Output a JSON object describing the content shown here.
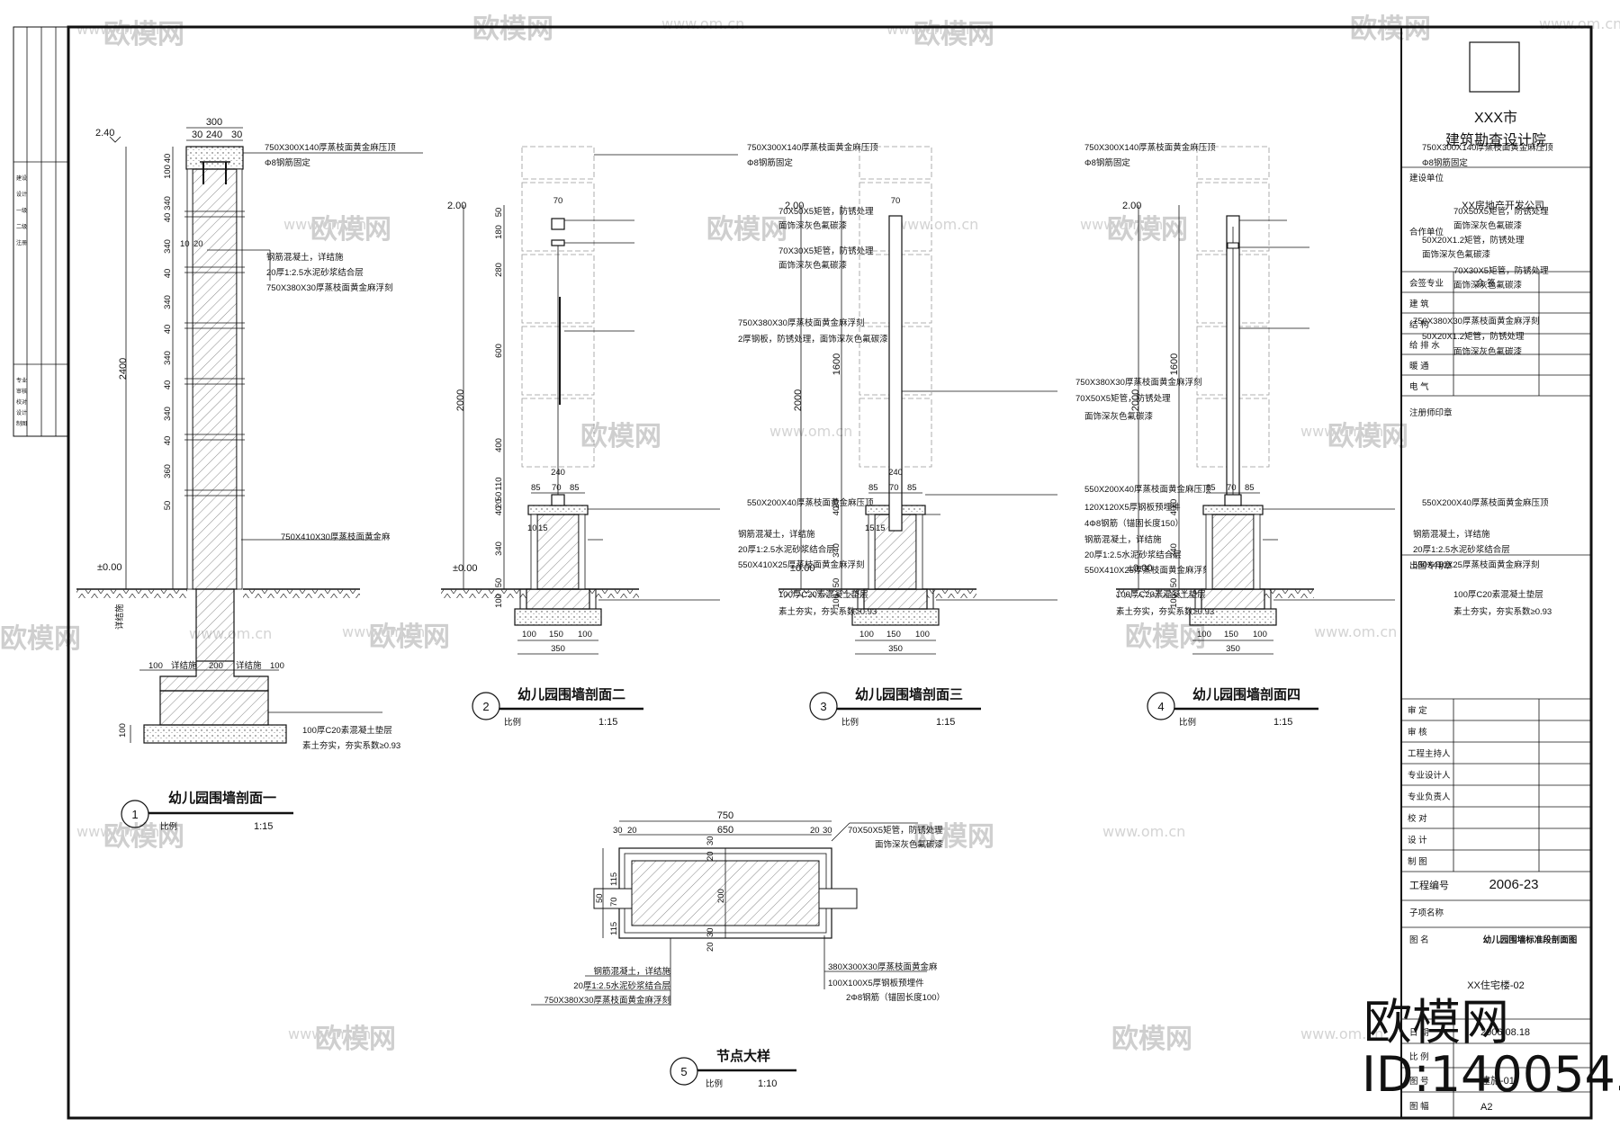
{
  "title_block": {
    "city": "XXX市",
    "institute": "建筑勘查设计院",
    "client_label": "建设单位",
    "client_value": "XX房地产开发公司",
    "coop_label": "合作单位",
    "disciplines": [
      {
        "label": "会签专业",
        "value": "会 签"
      },
      {
        "label": "建  筑",
        "value": ""
      },
      {
        "label": "结  构",
        "value": ""
      },
      {
        "label": "给 排 水",
        "value": ""
      },
      {
        "label": "暖  通",
        "value": ""
      },
      {
        "label": "电  气",
        "value": ""
      }
    ],
    "reg_stamp": "注册师印章",
    "dedicated_stamp": "出图专用章",
    "approvals": [
      "审  定",
      "审  核",
      "工程主持人",
      "专业设计人",
      "专业负责人",
      "校  对",
      "设  计",
      "制  图"
    ],
    "project_no_label": "工程编号",
    "project_no": "2006-23",
    "subproject_label": "子项名称",
    "drawing_name_label": "图  名",
    "drawing_name": "幼儿园围墙标准段剖面图",
    "building": "XX住宅楼-02",
    "date_label": "日  期",
    "date": "2006.08.18",
    "scale_label": "比  例",
    "drawing_no_label": "图  号",
    "sheet_label": "图  幅",
    "sheet": "A2",
    "drawing_no": "建施-01"
  },
  "sections": [
    {
      "num": "1",
      "title": "幼儿园围墙剖面一",
      "scale_label": "比例",
      "scale": "1:15"
    },
    {
      "num": "2",
      "title": "幼儿园围墙剖面二",
      "scale_label": "比例",
      "scale": "1:15"
    },
    {
      "num": "3",
      "title": "幼儿园围墙剖面三",
      "scale_label": "比例",
      "scale": "1:15"
    },
    {
      "num": "4",
      "title": "幼儿园围墙剖面四",
      "scale_label": "比例",
      "scale": "1:15"
    },
    {
      "num": "5",
      "title": "节点大样",
      "scale_label": "比例",
      "scale": "1:10"
    }
  ],
  "s1": {
    "notes": [
      "750X300X140厚蒸枝面黄金麻压顶",
      "Φ8钢筋固定",
      "钢筋混凝土，详结施",
      "20厚1:2.5水泥砂浆结合层",
      "750X380X30厚蒸枝面黄金麻浮刻",
      "750X410X30厚蒸枝面黄金麻",
      "100厚C20素混凝土垫层",
      "素土夯实，夯实系数≥0.93",
      "详结施"
    ],
    "dims_top": [
      "300",
      "30",
      "240",
      "30"
    ],
    "elev_top": "2.40",
    "elev_ground": "±0.00",
    "height": "2400",
    "vdims": [
      "40",
      "100",
      "340",
      "40",
      "340",
      "40",
      "340",
      "40",
      "340",
      "40",
      "340",
      "40",
      "360",
      "50"
    ],
    "base_dims": [
      "100",
      "详结施",
      "200",
      "详结施",
      "100"
    ],
    "cover": "10",
    "cover2": "20",
    "foot_dim": "100"
  },
  "s2": {
    "notes": [
      "750X300X140厚蒸枝面黄金麻压顶",
      "Φ8钢筋固定",
      "70X50X5矩管，防锈处理",
      "面饰深灰色氟碳漆",
      "70X30X5矩管，防锈处理",
      "面饰深灰色氟碳漆",
      "750X380X30厚蒸枝面黄金麻浮刻",
      "2厚钢板，防锈处理，面饰深灰色氟碳漆",
      "550X200X40厚蒸枝面黄金麻压顶",
      "钢筋混凝土，详结施",
      "20厚1:2.5水泥砂浆结合层",
      "550X410X25厚蒸枝面黄金麻浮刻",
      "100厚C20素混凝土垫层",
      "素土夯实，夯实系数≥0.93"
    ],
    "elev_top": "2.00",
    "elev_ground": "±0.00",
    "height": "2000",
    "vdims": [
      "50",
      "180",
      "280",
      "600",
      "400",
      "110",
      "50",
      "20",
      "40",
      "340",
      "50",
      "100"
    ],
    "tube_w": "70",
    "dims_mid": [
      "240",
      "85",
      "70",
      "85"
    ],
    "base": [
      "100",
      "150",
      "100"
    ],
    "base_total": "350",
    "cover": "10",
    "cover2": "15"
  },
  "s3": {
    "notes": [
      "750X300X140厚蒸枝面黄金麻压顶",
      "Φ8钢筋固定",
      "750X380X30厚蒸枝面黄金麻浮刻",
      "70X50X5矩管，防锈处理",
      "面饰深灰色氟碳漆",
      "550X200X40厚蒸枝面黄金麻压顶",
      "120X120X5厚钢板预埋件",
      "4Φ8钢筋（锚固长度150）",
      "钢筋混凝土，详结施",
      "20厚1:2.5水泥砂浆结合层",
      "550X410X25厚蒸枝面黄金麻浮刻",
      "100厚C20素混凝土垫层",
      "素土夯实，夯实系数≥0.93"
    ],
    "elev_top": "2.00",
    "elev_ground": "±0.00",
    "height": "2000",
    "h2": "1600",
    "vdims": [
      "20",
      "40",
      "340",
      "50",
      "100"
    ],
    "tube_w": "70",
    "dims_mid": [
      "240",
      "85",
      "70",
      "85"
    ],
    "base": [
      "100",
      "150",
      "100"
    ],
    "base_total": "350",
    "cover": "15",
    "cover2": "15"
  },
  "s4": {
    "notes": [
      "750X300X140厚蒸枝面黄金麻压顶",
      "Φ8钢筋固定",
      "70X50X5矩管，防锈处理",
      "面饰深灰色氟碳漆",
      "50X20X1.2矩管，防锈处理",
      "面饰深灰色氟碳漆",
      "70X30X5矩管，防锈处理",
      "面饰深灰色氟碳漆",
      "750X380X30厚蒸枝面黄金麻浮刻",
      "50X20X1.2矩管，防锈处理",
      "面饰深灰色氟碳漆",
      "550X200X40厚蒸枝面黄金麻压顶",
      "钢筋混凝土，详结施",
      "20厚1:2.5水泥砂浆结合层",
      "550X410X25厚蒸枝面黄金麻浮刻",
      "100厚C20素混凝土垫层",
      "素土夯实，夯实系数≥0.93"
    ],
    "elev_top": "2.00",
    "elev_ground": "±0.00",
    "height": "2000",
    "h2": "1600",
    "vdims": [
      "20",
      "40",
      "340",
      "50",
      "100"
    ],
    "dims_mid": [
      "85",
      "70",
      "85"
    ],
    "base": [
      "100",
      "150",
      "100"
    ],
    "base_total": "350"
  },
  "s5": {
    "notes_tr": [
      "70X50X5矩管，防锈处理",
      "面饰深灰色氟碳漆"
    ],
    "notes_bl": [
      "钢筋混凝土，详结施",
      "20厚1:2.5水泥砂浆结合层",
      "750X380X30厚蒸枝面黄金麻浮刻"
    ],
    "notes_br": [
      "380X300X30厚蒸枝面黄金麻",
      "100X100X5厚钢板预埋件",
      "2Φ8钢筋（锚固长度100）"
    ],
    "w_total": "750",
    "w_inner": "650",
    "d_left": [
      "30",
      "20"
    ],
    "d_right": [
      "20",
      "30"
    ],
    "v_left": [
      "115",
      "70",
      "115"
    ],
    "v_mid": "200",
    "v_top": [
      "20",
      "30"
    ],
    "v_bot": [
      "30",
      "20"
    ],
    "side": "50"
  },
  "watermark": {
    "brand": "欧模网",
    "site": "www.om.cn",
    "big": "欧模网",
    "id": "ID:1400543"
  },
  "left_strip": {
    "rows": [
      "建设",
      "设计",
      "一级",
      "二级",
      "注册",
      "专业",
      "审核",
      "校对",
      "设计",
      "制图"
    ]
  }
}
